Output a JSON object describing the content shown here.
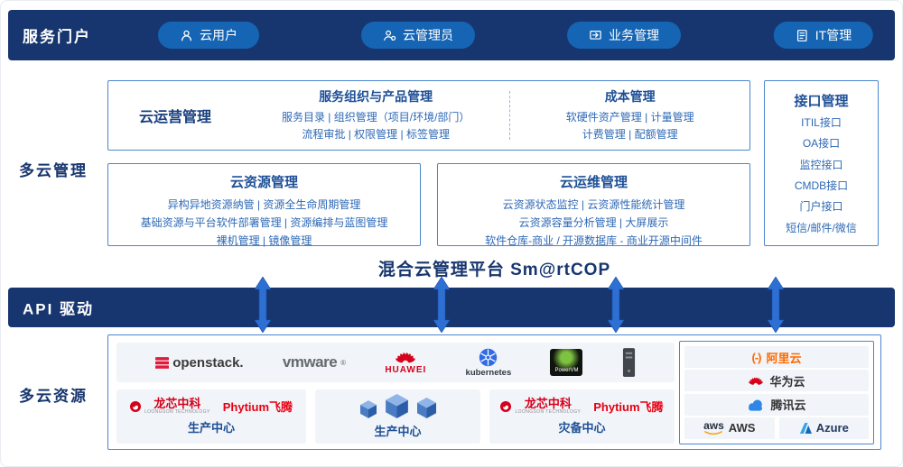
{
  "portal": {
    "label": "服务门户",
    "buttons": [
      {
        "label": "云用户",
        "icon": "user-icon"
      },
      {
        "label": "云管理员",
        "icon": "admin-icon"
      },
      {
        "label": "业务管理",
        "icon": "business-icon"
      },
      {
        "label": "IT管理",
        "icon": "document-icon"
      }
    ]
  },
  "management": {
    "label": "多云管理",
    "platform_title": "混合云管理平台 Sm@rtCOP",
    "operation": {
      "title": "云运营管理",
      "groups": [
        {
          "title": "服务组织与产品管理",
          "lines": [
            "服务目录 | 组织管理（项目/环境/部门）",
            "流程审批 | 权限管理 | 标签管理"
          ]
        },
        {
          "title": "成本管理",
          "lines": [
            "软硬件资产管理 | 计量管理",
            "计费管理 | 配额管理"
          ]
        }
      ]
    },
    "resource": {
      "title": "云资源管理",
      "lines": [
        "异构异地资源纳管 | 资源全生命周期管理",
        "基础资源与平台软件部署管理 | 资源编排与蓝图管理",
        "裸机管理 | 镜像管理"
      ]
    },
    "ops": {
      "title": "云运维管理",
      "lines": [
        "云资源状态监控 | 云资源性能统计管理",
        "云资源容量分析管理 | 大屏展示",
        "软件仓库-商业 / 开源数据库 - 商业开源中间件"
      ]
    },
    "interfaces": {
      "title": "接口管理",
      "items": [
        "ITIL接口",
        "OA接口",
        "监控接口",
        "CMDB接口",
        "门户接口",
        "短信/邮件/微信"
      ]
    }
  },
  "api_band": {
    "label": "API 驱动"
  },
  "resources": {
    "label": "多云资源",
    "logos": {
      "openstack": "openstack.",
      "vmware": "vmware",
      "vmware_reg": "®",
      "huawei": "HUAWEI",
      "kubernetes": "kubernetes",
      "powervm": "PowerVM"
    },
    "vendors": {
      "loongson": "龙芯中科",
      "loongson_sub": "LOONGSON TECHNOLOGY",
      "phytium": "Phytium飞腾"
    },
    "datacenters": [
      {
        "caption": "生产中心"
      },
      {
        "caption": "生产中心"
      },
      {
        "caption": "灾备中心"
      }
    ],
    "clouds": {
      "alibaba": "阿里云",
      "huawei": "华为云",
      "tencent": "腾讯云",
      "aws_logo": "aws",
      "aws": "AWS",
      "azure": "Azure"
    }
  },
  "icons": {
    "user-icon": "person silhouette",
    "admin-icon": "person with gear",
    "business-icon": "window with arrow",
    "document-icon": "document list",
    "flow-arrow": "vertical double-headed arrow",
    "huawei-flower-icon": "red fan flower",
    "kubernetes-wheel-icon": "blue helm wheel",
    "cube-icon": "isometric blue cube",
    "server-icon": "server tower",
    "openstack-icon": "red bars mark",
    "tencent-cloud-icon": "blue cloud",
    "azure-icon": "blue A mark",
    "alibaba-icon": "orange bracket mark",
    "aws-smile-icon": "orange smile arc",
    "loongson-icon": "red roundel"
  },
  "colors": {
    "navy": "#17366f",
    "pill_blue": "#1565b4",
    "panel_border": "#4b86cf",
    "title_blue": "#1d4f97",
    "body_blue": "#2e69b5",
    "arrow_blue": "#2e6fd4",
    "strip_gray": "#f1f4f8",
    "brand_red": "#d6001c",
    "alibaba_orange": "#ff6a00"
  }
}
